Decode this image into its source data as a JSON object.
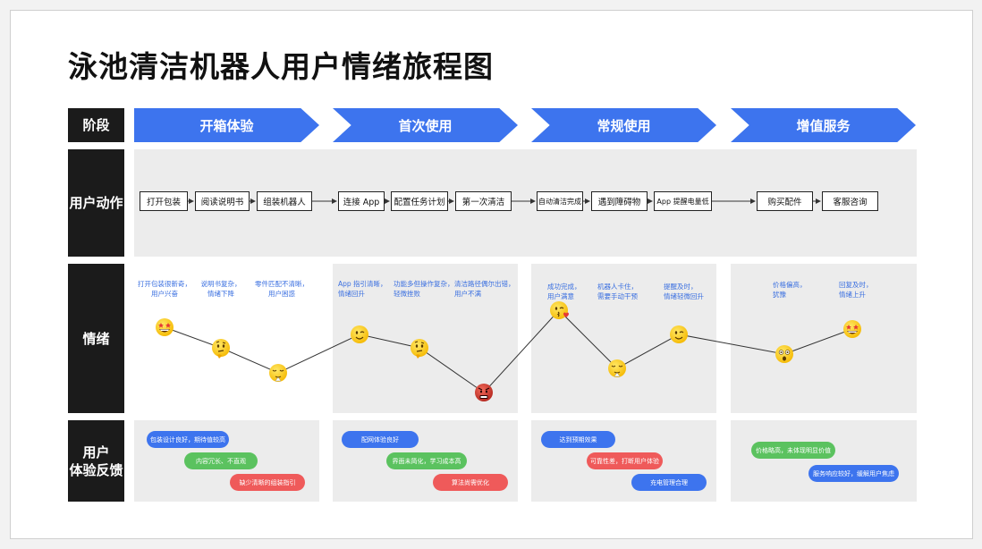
{
  "title": "泳池清洁机器人用户情绪旅程图",
  "rows": {
    "stage": "阶段",
    "action": "用户动作",
    "emotion": "情绪",
    "feedback_line1": "用户",
    "feedback_line2": "体验反馈"
  },
  "stages": [
    "开箱体验",
    "首次使用",
    "常规使用",
    "增值服务"
  ],
  "actions": [
    "打开包装",
    "阅读说明书",
    "组装机器人",
    "连接 App",
    "配置任务计划",
    "第一次清洁",
    "自动清洁完成",
    "遇到障碍物",
    "App 提醒电量低",
    "购买配件",
    "客服咨询"
  ],
  "emotion_notes": [
    [
      "打开包装很新奇，",
      "用户兴奋"
    ],
    [
      "说明书复杂，",
      "情绪下降"
    ],
    [
      "零件匹配不清晰，",
      "用户困惑"
    ],
    [
      "App 指引清晰，",
      "情绪回升"
    ],
    [
      "功能多但操作复杂，",
      "轻微挫败"
    ],
    [
      "清洁路径偶尔出错，",
      "用户不满"
    ],
    [
      "成功完成，",
      "用户满意"
    ],
    [
      "机器人卡住，",
      "需要手动干预"
    ],
    [
      "提醒及时，",
      "情绪轻微回升"
    ],
    [
      "价格偏高，",
      "犹豫"
    ],
    [
      "回复及时，",
      "情绪上升"
    ]
  ],
  "emotion_faces": [
    "star-struck",
    "thinking",
    "relieved",
    "winking",
    "thinking",
    "angry",
    "kissing",
    "relieved",
    "winking",
    "astonished",
    "star-struck"
  ],
  "feedback": [
    {
      "text": "包装设计良好，期待值较高",
      "color": "blue"
    },
    {
      "text": "内容冗长、不直观",
      "color": "green"
    },
    {
      "text": "缺少清晰的组装指引",
      "color": "red"
    },
    {
      "text": "配网体验良好",
      "color": "blue"
    },
    {
      "text": "界面未简化，学习成本高",
      "color": "green"
    },
    {
      "text": "算法尚需优化",
      "color": "red"
    },
    {
      "text": "达到预期效果",
      "color": "blue"
    },
    {
      "text": "可靠性差，打断用户体验",
      "color": "red"
    },
    {
      "text": "充电管理合理",
      "color": "blue"
    },
    {
      "text": "价格略高，未体现明显价值",
      "color": "green"
    },
    {
      "text": "服务响应较好，缓解用户焦虑",
      "color": "blue"
    }
  ],
  "colors": {
    "accent": "#3d74ee",
    "green": "#5bc25f",
    "red": "#ef5a5a",
    "label_bg": "#1b1b1b",
    "panel": "#ececec"
  }
}
